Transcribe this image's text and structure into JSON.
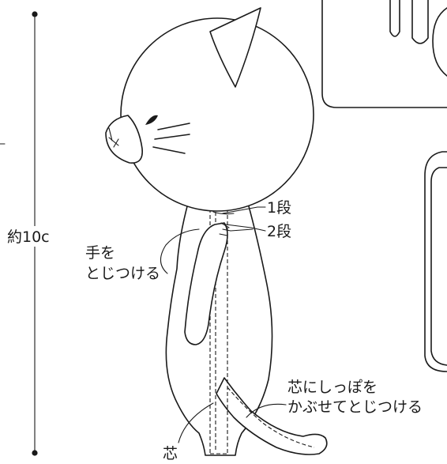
{
  "labels": {
    "height": "約10c",
    "row1": "1段",
    "row2": "2段",
    "arm_line1": "手を",
    "arm_line2": "とじつける",
    "tail_line1": "芯にしっぽを",
    "tail_line2": "かぶせてとじつける",
    "core": "芯"
  }
}
